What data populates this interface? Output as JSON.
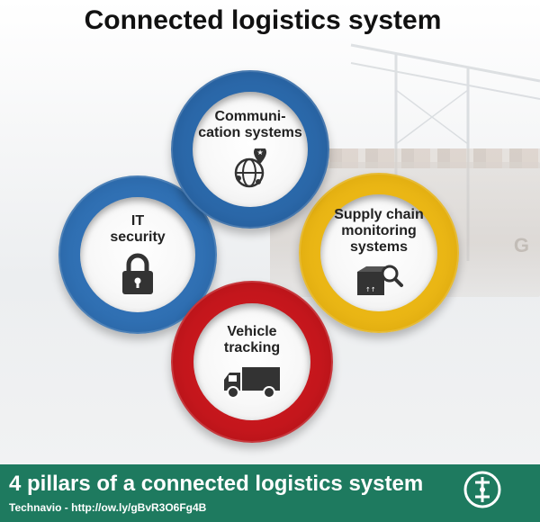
{
  "title": "Connected logistics system",
  "pillars": {
    "communication": {
      "label": "Communi-\ncation systems",
      "icon": "globe-pin-icon",
      "color": "#2a67a8"
    },
    "it_security": {
      "label": "IT\nsecurity",
      "icon": "padlock-icon",
      "color": "#2f6fb2"
    },
    "supply_chain": {
      "label": "Supply chain\nmonitoring\nsystems",
      "icon": "box-magnifier-icon",
      "color": "#e9b514"
    },
    "vehicle_tracking": {
      "label": "Vehicle\ntracking",
      "icon": "truck-icon",
      "color": "#c4161c"
    }
  },
  "footer": {
    "headline": "4 pillars of a connected logistics system",
    "source": "Technavio - http://ow.ly/gBvR3O6Fg4B",
    "logo_icon": "technavio-logo-icon",
    "background_color": "#1e7a5f"
  },
  "background": {
    "ship_lettering": "G"
  }
}
